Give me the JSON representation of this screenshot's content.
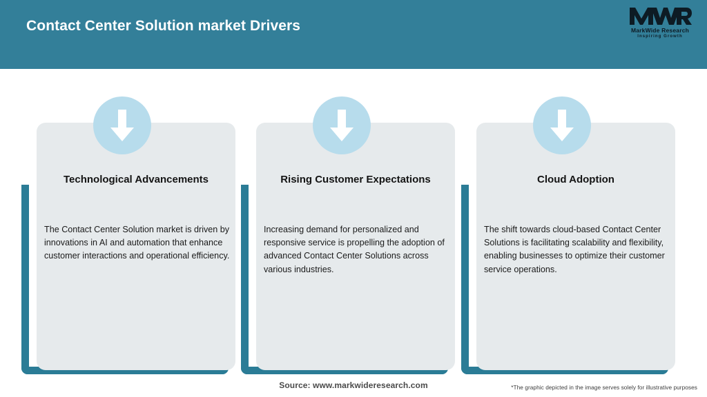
{
  "header": {
    "title": "Contact Center Solution market Drivers",
    "background_color": "#337f99",
    "logo": {
      "mark": "MWR",
      "name": "MarkWide Research",
      "tagline": "Inspiring Growth"
    }
  },
  "theme": {
    "header_teal": "#337f99",
    "frame_teal": "#2b7c96",
    "card_background": "#e6eaec",
    "badge_blue": "#b7dcec",
    "arrow_white": "#ffffff",
    "page_background": "#ffffff"
  },
  "cards": [
    {
      "icon": "arrow-down-icon",
      "title": "Technological Advancements",
      "body": "The Contact Center Solution market is driven by innovations in AI and automation that enhance customer interactions and operational efficiency."
    },
    {
      "icon": "arrow-down-icon",
      "title": "Rising Customer Expectations",
      "body": "Increasing demand for personalized and responsive service is propelling the adoption of advanced Contact Center Solutions across various industries."
    },
    {
      "icon": "arrow-down-icon",
      "title": "Cloud Adoption",
      "body": "The shift towards cloud-based Contact Center Solutions is facilitating scalability and flexibility, enabling businesses to optimize their customer service operations."
    }
  ],
  "footer": {
    "source": "Source: www.markwideresearch.com",
    "disclaimer": "*The graphic depicted in the image serves solely for illustrative purposes"
  }
}
